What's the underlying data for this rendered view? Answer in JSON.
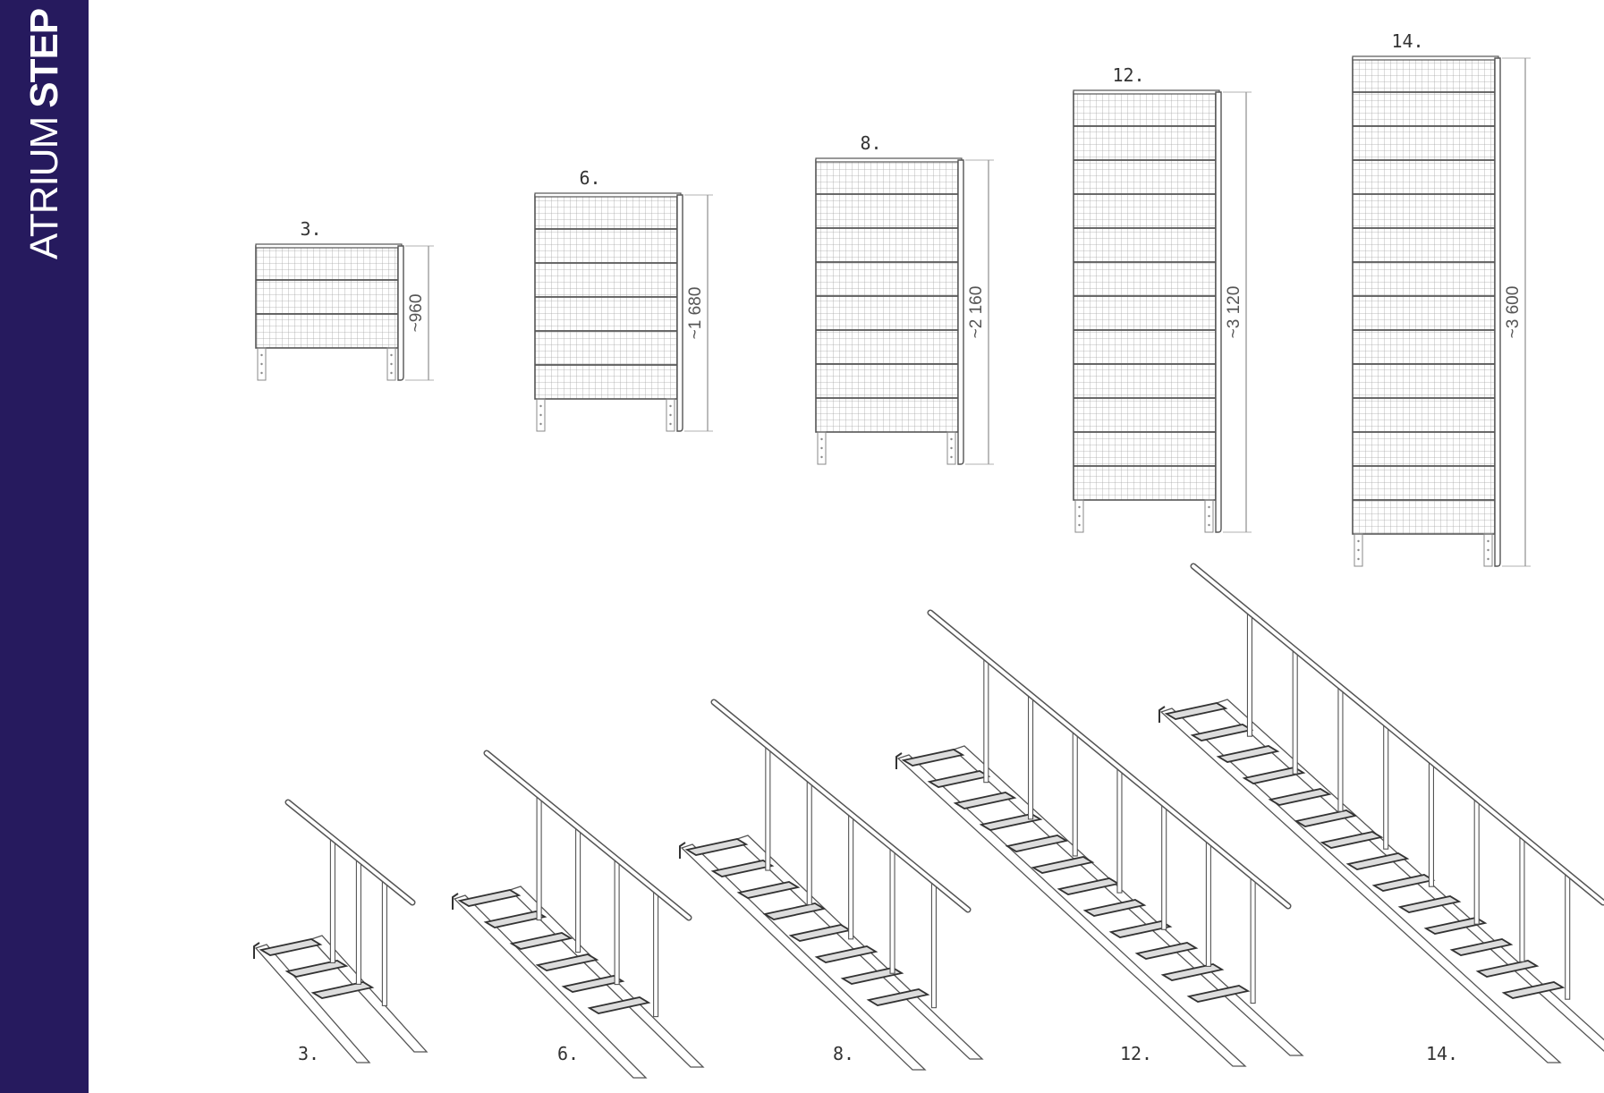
{
  "sidebar": {
    "title_light": "ATRIUM",
    "title_bold": "STEP",
    "background": "#261a5e"
  },
  "colors": {
    "line": "#555555",
    "mesh": "#9a9a9a",
    "text": "#333333"
  },
  "elevations": [
    {
      "label": "3.",
      "dimension": "~960",
      "steps": 3
    },
    {
      "label": "6.",
      "dimension": "~1 680",
      "steps": 6
    },
    {
      "label": "8.",
      "dimension": "~2 160",
      "steps": 8
    },
    {
      "label": "12.",
      "dimension": "~3 120",
      "steps": 12
    },
    {
      "label": "14.",
      "dimension": "~3 600",
      "steps": 14
    }
  ],
  "perspectives": [
    {
      "label": "3.",
      "steps": 3
    },
    {
      "label": "6.",
      "steps": 6
    },
    {
      "label": "8.",
      "steps": 8
    },
    {
      "label": "12.",
      "steps": 12
    },
    {
      "label": "14.",
      "steps": 14
    }
  ]
}
